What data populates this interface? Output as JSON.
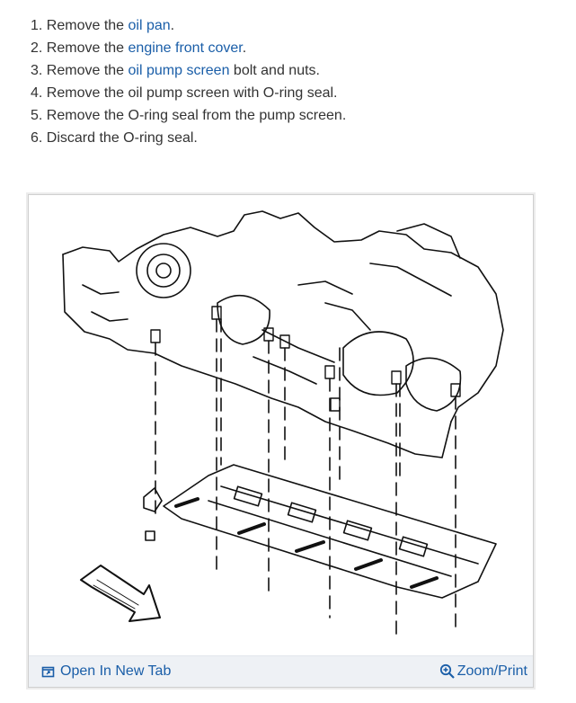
{
  "steps": [
    {
      "num": "1.",
      "pre": "Remove the ",
      "link": "oil pan",
      "post": "."
    },
    {
      "num": "2.",
      "pre": "Remove the ",
      "link": "engine front cover",
      "post": "."
    },
    {
      "num": "3.",
      "pre": "Remove the ",
      "link": "oil pump screen",
      "post": " bolt and nuts."
    },
    {
      "num": "4.",
      "pre": "Remove the oil pump screen with O-ring seal.",
      "link": "",
      "post": ""
    },
    {
      "num": "5.",
      "pre": "Remove the O-ring seal from the pump screen.",
      "link": "",
      "post": ""
    },
    {
      "num": "6.",
      "pre": "Discard the O-ring seal.",
      "link": "",
      "post": ""
    }
  ],
  "toolbar": {
    "open_label": "Open In New Tab",
    "zoom_label": "Zoom/Print"
  },
  "colors": {
    "link": "#1a5ea8",
    "text": "#333333",
    "toolbar_bg": "#eef1f5"
  },
  "icons": {
    "open": "open-in-new-tab-icon",
    "zoom": "zoom-in-icon"
  }
}
